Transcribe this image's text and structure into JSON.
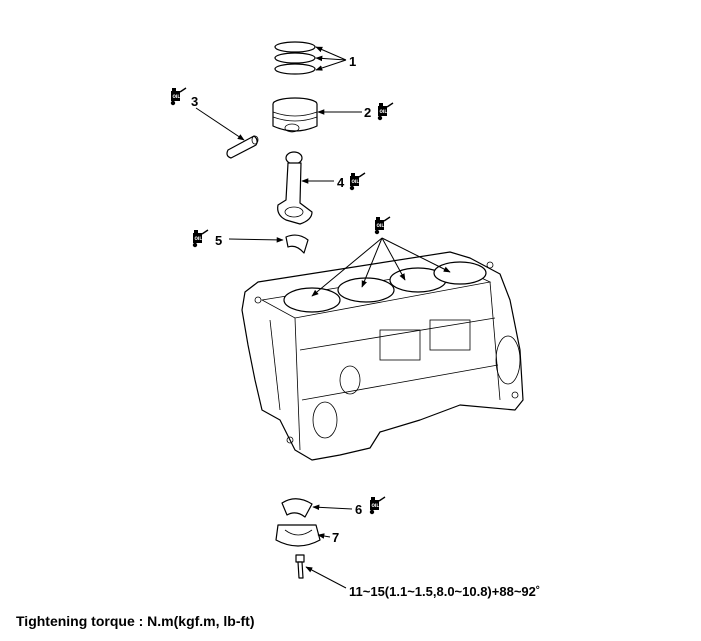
{
  "callouts": {
    "c1": "1",
    "c2": "2",
    "c3": "3",
    "c4": "4",
    "c5": "5",
    "c6": "6",
    "c7": "7",
    "torque": "11~15(1.1~1.5,8.0~10.8)+88~92˚"
  },
  "oil_label": "OIL",
  "footer": "Tightening torque : N.m(kgf.m, lb-ft)",
  "icons": [
    "oil-can-icon"
  ]
}
